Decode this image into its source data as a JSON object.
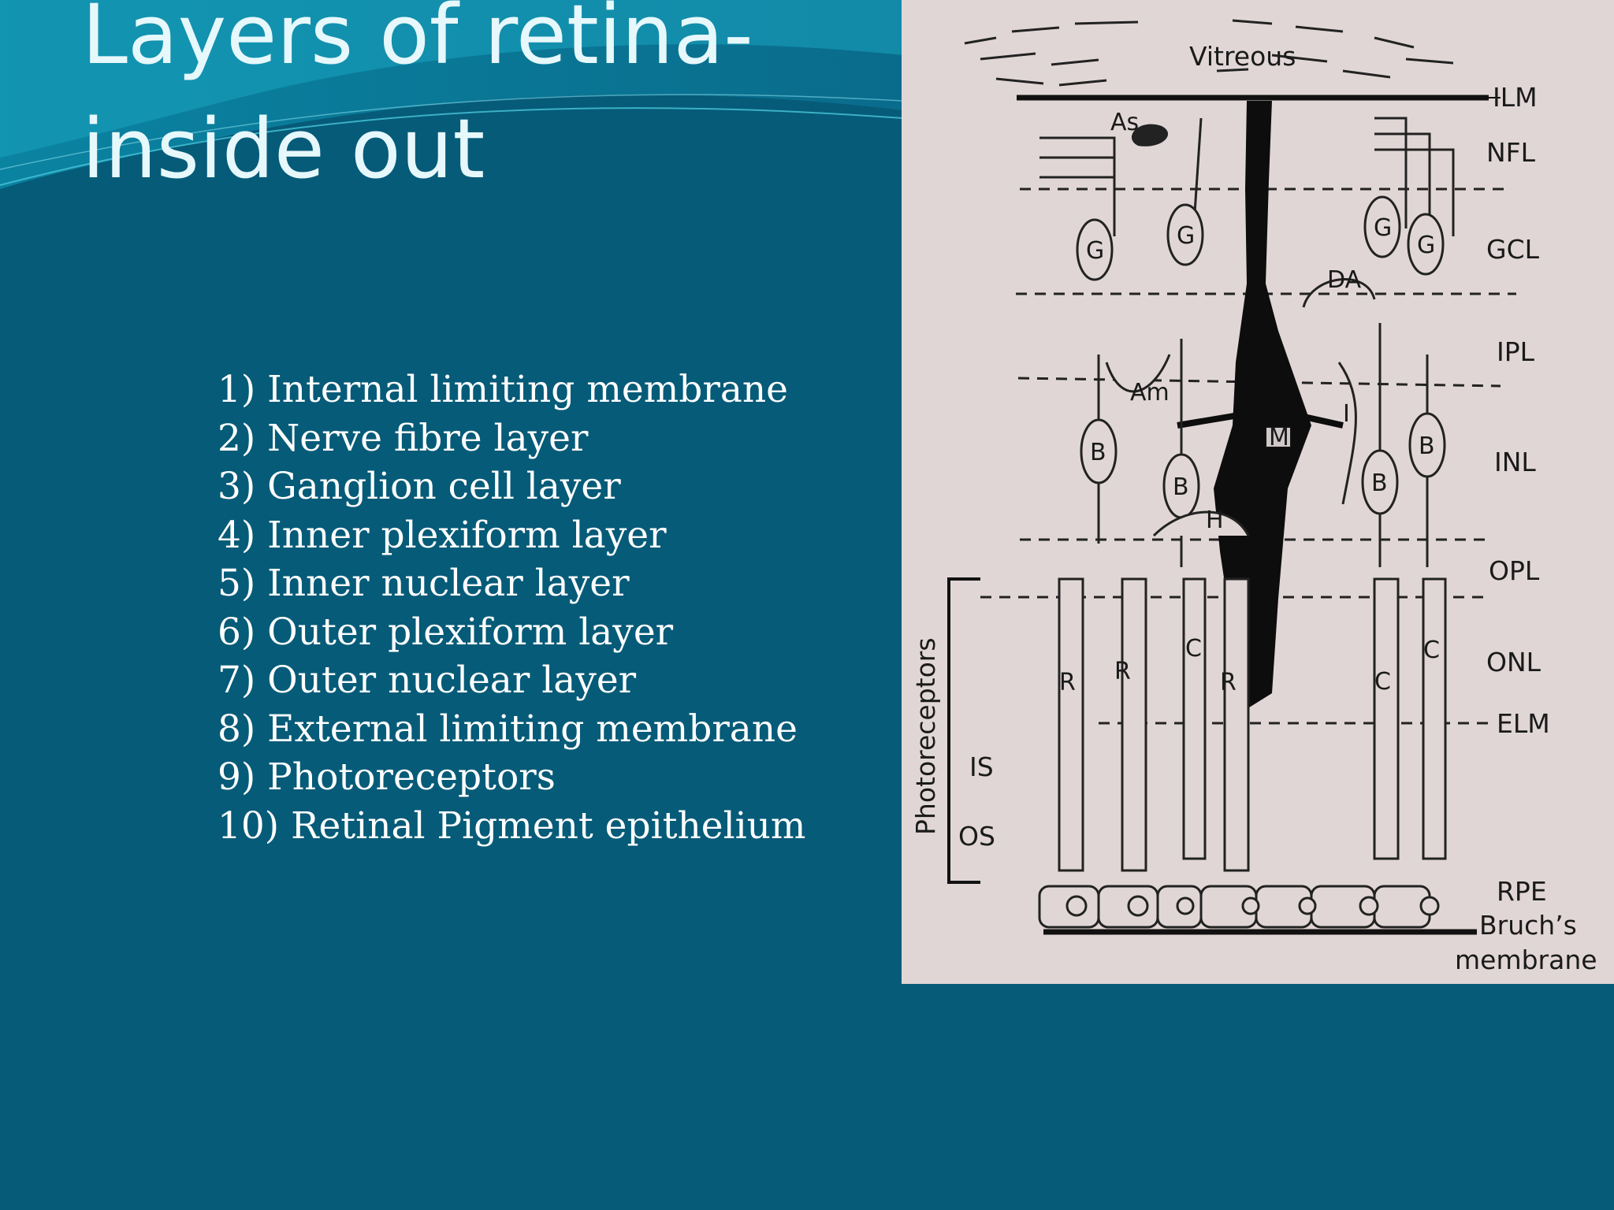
{
  "slide": {
    "title_line1": "Layers of retina-",
    "title_line2": "inside out",
    "layers": [
      "1) Internal limiting membrane",
      "2) Nerve fibre layer",
      "3) Ganglion cell layer",
      "4) Inner plexiform layer",
      "5) Inner nuclear layer",
      "6) Outer  plexiform  layer",
      "7) Outer nuclear layer",
      "8) External limiting membrane",
      "9) Photoreceptors",
      "10) Retinal Pigment epithelium"
    ]
  },
  "diagram": {
    "vitreous": "Vitreous",
    "layer_labels": [
      "ILM",
      "NFL",
      "GCL",
      "IPL",
      "INL",
      "OPL",
      "ONL",
      "ELM"
    ],
    "rpe": "RPE",
    "bruchs_line1": "Bruch’s",
    "bruchs_line2": "membrane",
    "photoreceptors": "Photoreceptors",
    "is": "IS",
    "os": "OS",
    "cell_labels": {
      "as": "As",
      "da": "DA",
      "am": "Am",
      "m": "M",
      "h": "H",
      "i": "I",
      "g": "G",
      "b": "B",
      "r": "R",
      "c": "C"
    }
  },
  "colors": {
    "background": "#065b78",
    "title": "#e6f8fb",
    "diagram_bg": "#e1d6d6"
  }
}
